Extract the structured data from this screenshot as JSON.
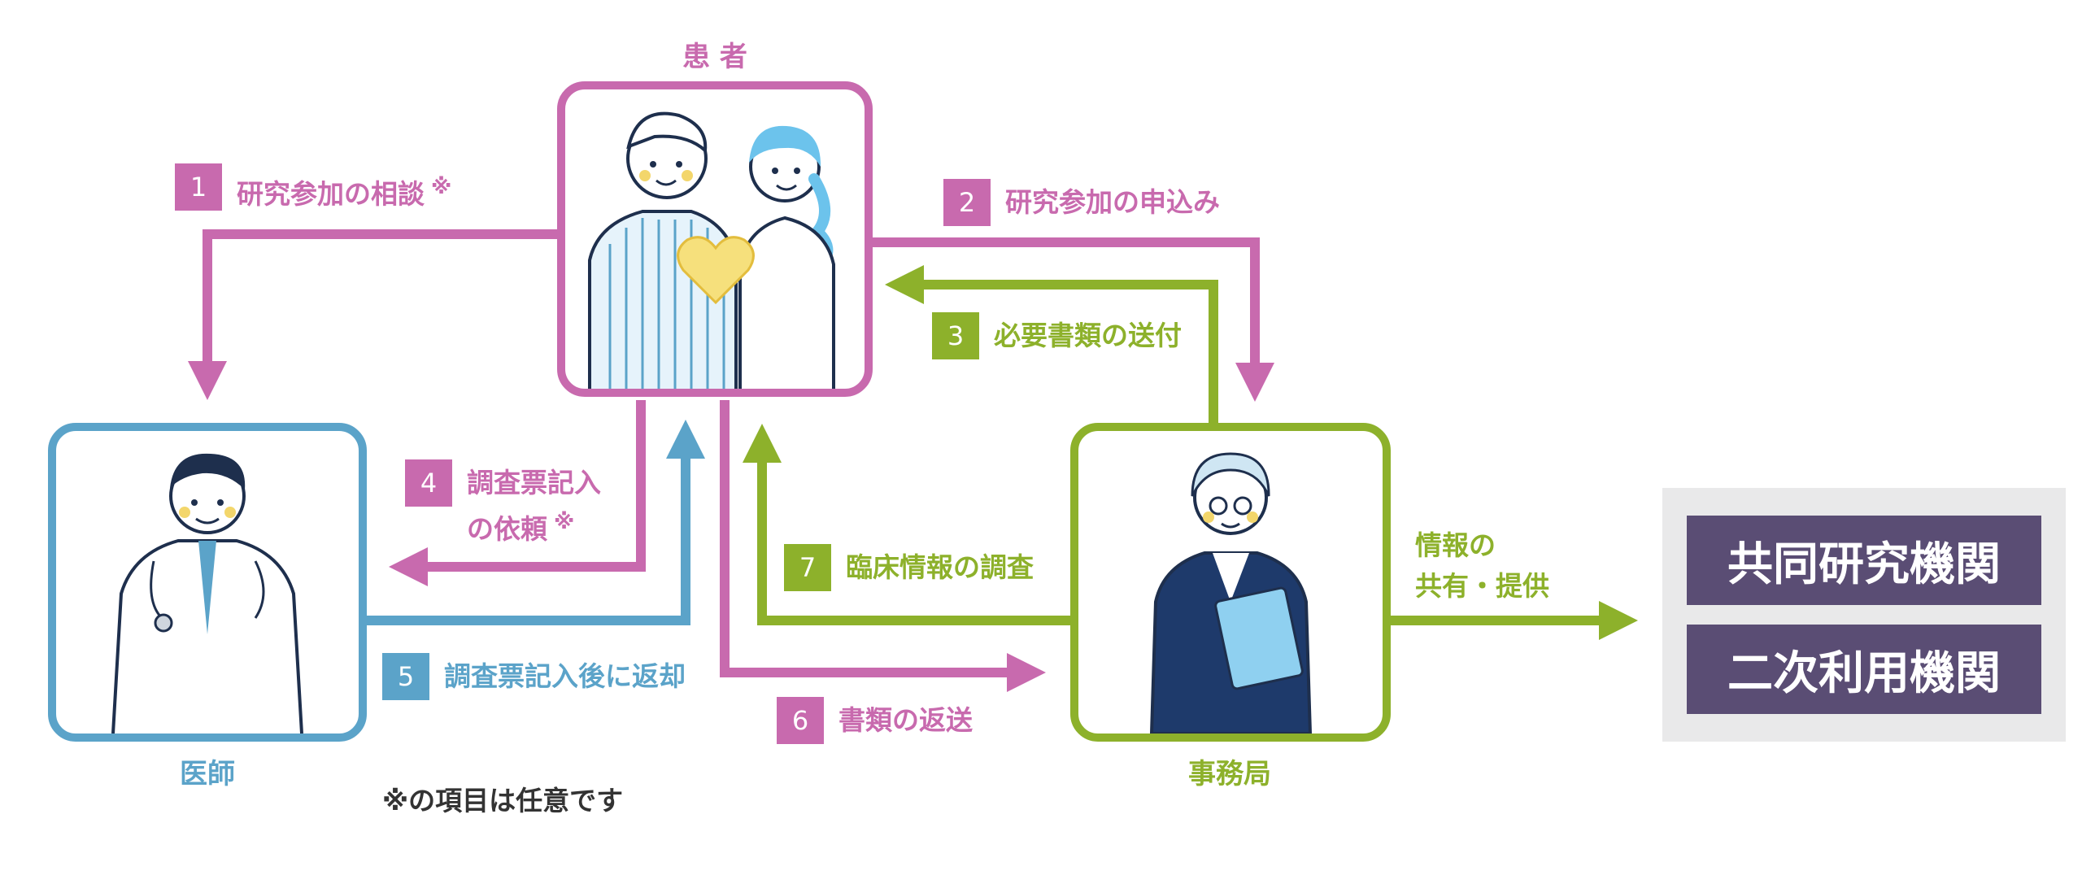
{
  "colors": {
    "pink": "#c86aae",
    "blue": "#5ba3c9",
    "green": "#8db12b",
    "purple": "#5a4d74",
    "panel": "#e9e9ea"
  },
  "actors": {
    "patient": {
      "label": "患 者",
      "icon": "patient-couple-illustration"
    },
    "doctor": {
      "label": "医師",
      "icon": "doctor-illustration"
    },
    "office": {
      "label": "事務局",
      "icon": "office-staff-illustration"
    }
  },
  "steps": [
    {
      "num": "1",
      "text": "研究参加の相談",
      "mark": "※"
    },
    {
      "num": "2",
      "text": "研究参加の申込み",
      "mark": ""
    },
    {
      "num": "3",
      "text": "必要書類の送付",
      "mark": ""
    },
    {
      "num": "4",
      "line1": "調査票記入",
      "line2": "の依頼",
      "mark": "※"
    },
    {
      "num": "5",
      "text": "調査票記入後に返却",
      "mark": ""
    },
    {
      "num": "6",
      "text": "書類の返送",
      "mark": ""
    },
    {
      "num": "7",
      "text": "臨床情報の調査",
      "mark": ""
    }
  ],
  "share": {
    "line1": "情報の",
    "line2": "共有・提供"
  },
  "destinations": [
    "共同研究機関",
    "二次利用機関"
  ],
  "note": "※の項目は任意です"
}
